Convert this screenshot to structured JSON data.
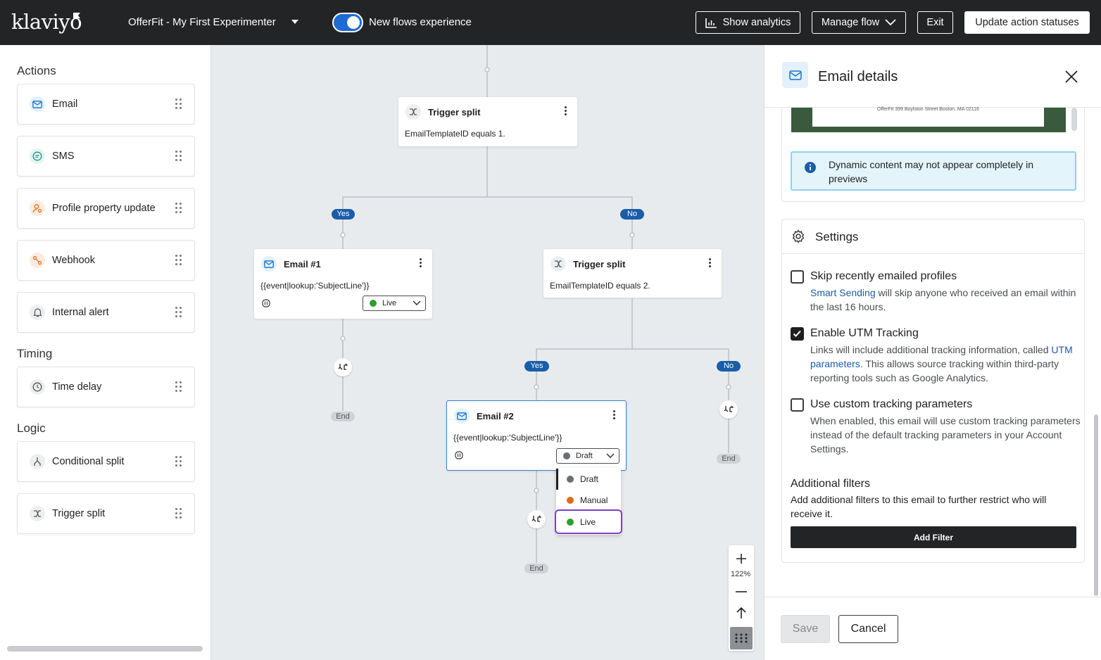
{
  "topbar": {
    "logo": "klaviyo",
    "flow_name": "OfferFit - My First Experimenter",
    "toggle_label": "New flows experience",
    "show_analytics": "Show analytics",
    "manage_flow": "Manage flow",
    "exit": "Exit",
    "update_statuses": "Update action statuses"
  },
  "sidebar": {
    "actions_title": "Actions",
    "actions": [
      {
        "label": "Email",
        "icon": "mail-icon"
      },
      {
        "label": "SMS",
        "icon": "sms-icon"
      },
      {
        "label": "Profile property update",
        "icon": "profile-icon"
      },
      {
        "label": "Webhook",
        "icon": "webhook-icon"
      },
      {
        "label": "Internal alert",
        "icon": "bell-icon"
      }
    ],
    "timing_title": "Timing",
    "timing": [
      {
        "label": "Time delay",
        "icon": "clock-icon"
      }
    ],
    "logic_title": "Logic",
    "logic": [
      {
        "label": "Conditional split",
        "icon": "split-icon"
      },
      {
        "label": "Trigger split",
        "icon": "trigger-split-icon"
      }
    ]
  },
  "canvas": {
    "trigger1": {
      "title": "Trigger split",
      "sub": "EmailTemplateID equals 1."
    },
    "trigger2": {
      "title": "Trigger split",
      "sub": "EmailTemplateID equals 2."
    },
    "email1": {
      "title": "Email #1",
      "sub": "{{event|lookup:'SubjectLine'}}",
      "status": "Live"
    },
    "email2": {
      "title": "Email #2",
      "sub": "{{event|lookup:'SubjectLine'}}",
      "status": "Draft"
    },
    "yes": "Yes",
    "no": "No",
    "end": "End",
    "status_options": [
      "Draft",
      "Manual",
      "Live"
    ],
    "zoom_level": "122%"
  },
  "panel": {
    "title": "Email details",
    "preview_footer": "OfferFit 399 Boylston Street Boston, MA 02116",
    "info_text": "Dynamic content may not appear completely in previews",
    "settings_title": "Settings",
    "skip": {
      "title": "Skip recently emailed profiles",
      "link": "Smart Sending",
      "desc": " will skip anyone who received an email within the last 16 hours.",
      "checked": false
    },
    "utm": {
      "title": "Enable UTM Tracking",
      "desc1": "Links will include additional tracking information, called ",
      "link": "UTM parameters",
      "desc2": ". This allows source tracking within third-party reporting tools such as Google Analytics.",
      "checked": true
    },
    "custom": {
      "title": "Use custom tracking parameters",
      "desc": "When enabled, this email will use custom tracking parameters instead of the default tracking parameters in your Account Settings.",
      "checked": false
    },
    "filters_title": "Additional filters",
    "filters_desc": "Add additional filters to this email to further restrict who will receive it.",
    "add_filter": "Add Filter",
    "save": "Save",
    "cancel": "Cancel"
  },
  "colors": {
    "accent_blue": "#1a5da8",
    "live_green": "#2e9e2e",
    "manual_orange": "#e06a1b",
    "draft_gray": "#6b6e73",
    "selection_purple": "#7b3fc6"
  }
}
